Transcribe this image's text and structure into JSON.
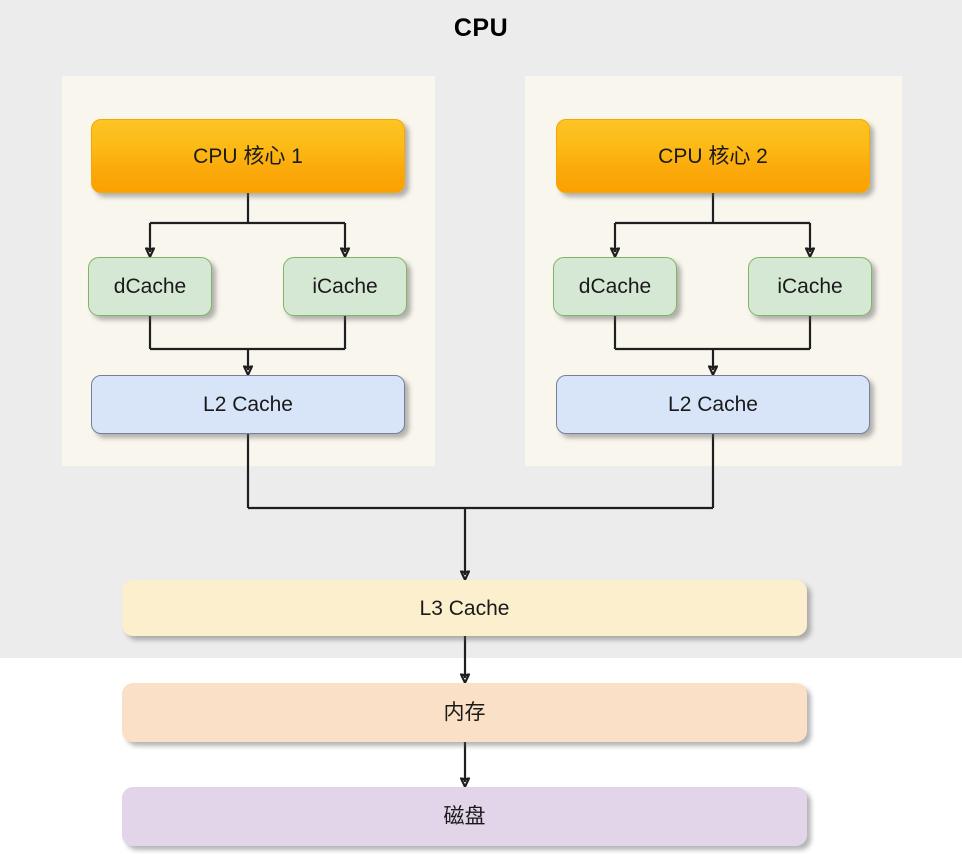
{
  "diagram": {
    "title": "CPU",
    "cores": [
      {
        "name": "CPU 核心 1",
        "l1": [
          {
            "label": "dCache"
          },
          {
            "label": "iCache"
          }
        ],
        "l2": "L2 Cache"
      },
      {
        "name": "CPU 核心 2",
        "l1": [
          {
            "label": "dCache"
          },
          {
            "label": "iCache"
          }
        ],
        "l2": "L2 Cache"
      }
    ],
    "shared": [
      {
        "label": "L3 Cache"
      },
      {
        "label": "内存"
      },
      {
        "label": "磁盘"
      }
    ],
    "colors": {
      "page_background": "#ffffff",
      "cpu_panel": "#ececec",
      "core_panel": "#f9f6ee",
      "core_fill_top": "#fdc424",
      "core_fill_bottom": "#fba100",
      "l1_fill": "#d5e8d4",
      "l1_border": "#82b366",
      "l2_fill": "#d8e5f8",
      "l2_border": "#76809a",
      "l3_fill": "#fcefcd",
      "memory_fill": "#fbe0c8",
      "disk_fill": "#e2d5e9",
      "edge_stroke": "#1f1f1f",
      "text": "#1a1a1a"
    }
  }
}
